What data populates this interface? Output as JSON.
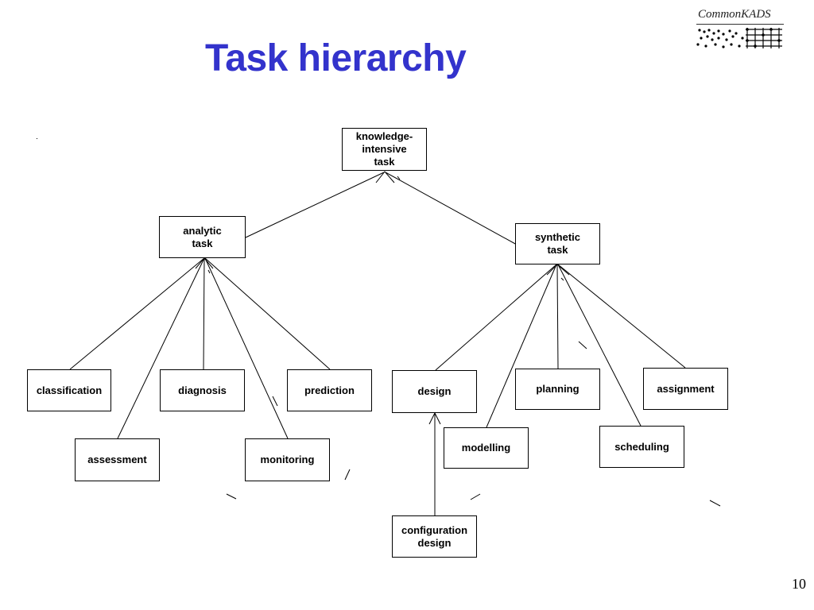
{
  "slide": {
    "title": "Task hierarchy",
    "logo_text": "CommonKADS",
    "page_number": "10"
  },
  "nodes": {
    "root": "knowledge-\nintensive\ntask",
    "analytic": "analytic\ntask",
    "synthetic": "synthetic\ntask",
    "classification": "classification",
    "diagnosis": "diagnosis",
    "prediction": "prediction",
    "assessment": "assessment",
    "monitoring": "monitoring",
    "design": "design",
    "planning": "planning",
    "assignment": "assignment",
    "modelling": "modelling",
    "scheduling": "scheduling",
    "configuration_design": "configuration\ndesign"
  },
  "colors": {
    "title": "#3333cc",
    "line": "#000000"
  }
}
